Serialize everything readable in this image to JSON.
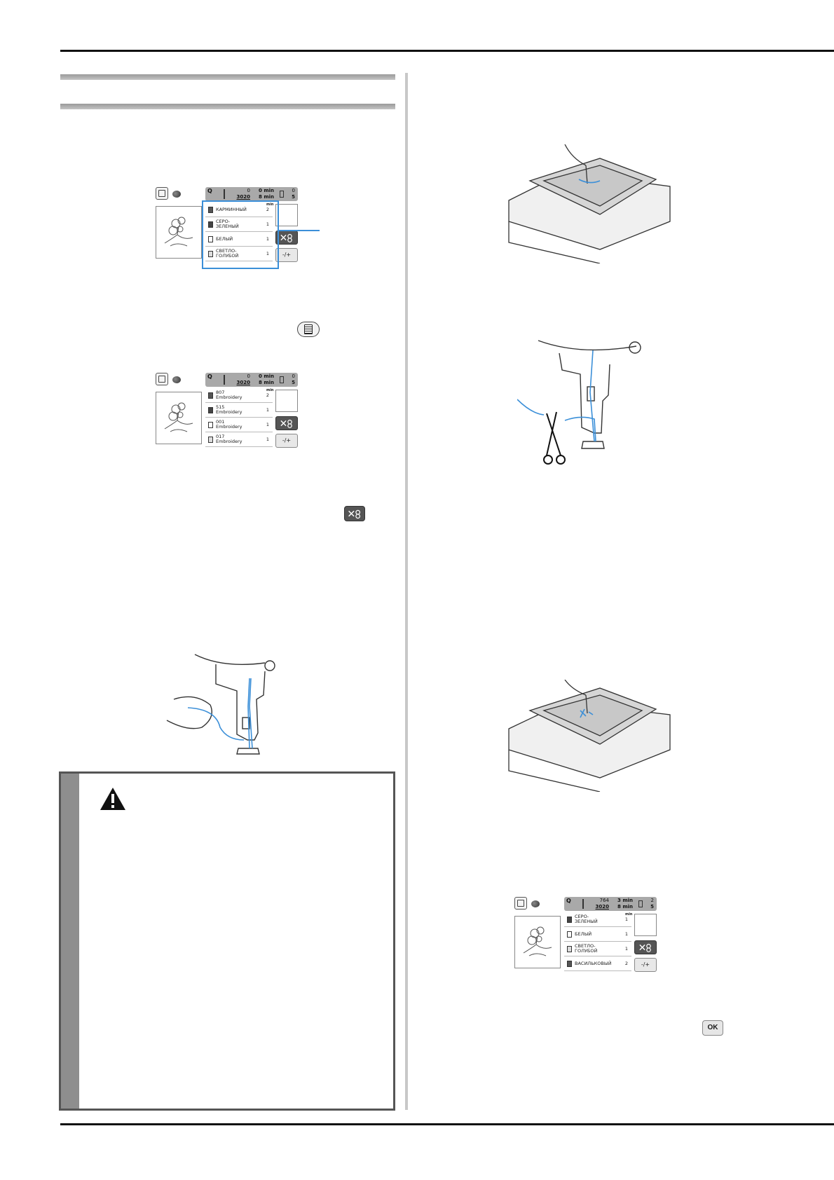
{
  "icons": {
    "list_button": "thread-list-icon",
    "thread_cut_button": "thread-cut-icon",
    "ok_button": "OK",
    "warning": "warning-triangle-icon"
  },
  "lcd1": {
    "status": {
      "q": "Q",
      "stitch_done": "0",
      "stitch_total": "3020",
      "time_done": "0 min",
      "time_total": "8 min",
      "color_done": "0",
      "color_total": "5"
    },
    "min_label": "min",
    "rows": [
      {
        "name": "КАРМИННЫЙ",
        "count": "2",
        "color": "#555555"
      },
      {
        "name": "СЕРО-\nЗЕЛЕНЫЙ",
        "count": "1",
        "color": "#444444"
      },
      {
        "name": "БЕЛЫЙ",
        "count": "1",
        "color": "#ffffff"
      },
      {
        "name": "СВЕТЛО-\nГОЛУБОЙ",
        "count": "1",
        "color": "#dddddd"
      }
    ],
    "plus_label": "-/+"
  },
  "lcd2": {
    "status": {
      "q": "Q",
      "stitch_done": "0",
      "stitch_total": "3020",
      "time_done": "0 min",
      "time_total": "8 min",
      "color_done": "0",
      "color_total": "5"
    },
    "min_label": "min",
    "rows": [
      {
        "name": "807\nEmbroidery",
        "count": "2",
        "color": "#555555"
      },
      {
        "name": "515\nEmbroidery",
        "count": "1",
        "color": "#444444"
      },
      {
        "name": "001\nEmbroidery",
        "count": "1",
        "color": "#ffffff"
      },
      {
        "name": "017\nEmbroidery",
        "count": "1",
        "color": "#dddddd"
      }
    ],
    "plus_label": "-/+"
  },
  "lcd3": {
    "status": {
      "q": "Q",
      "stitch_done": "764",
      "stitch_total": "3020",
      "time_done": "3 min",
      "time_total": "8 min",
      "color_done": "2",
      "color_total": "5"
    },
    "min_label": "min",
    "rows": [
      {
        "name": "СЕРО-\nЗЕЛЕНЫЙ",
        "count": "1",
        "color": "#444444"
      },
      {
        "name": "БЕЛЫЙ",
        "count": "1",
        "color": "#ffffff"
      },
      {
        "name": "СВЕТЛО-\nГОЛУБОЙ",
        "count": "1",
        "color": "#dddddd"
      },
      {
        "name": "ВАСИЛЬКОВЫЙ",
        "count": "2",
        "color": "#555555"
      }
    ],
    "plus_label": "-/+"
  },
  "accent_color": "#3b8fd8"
}
